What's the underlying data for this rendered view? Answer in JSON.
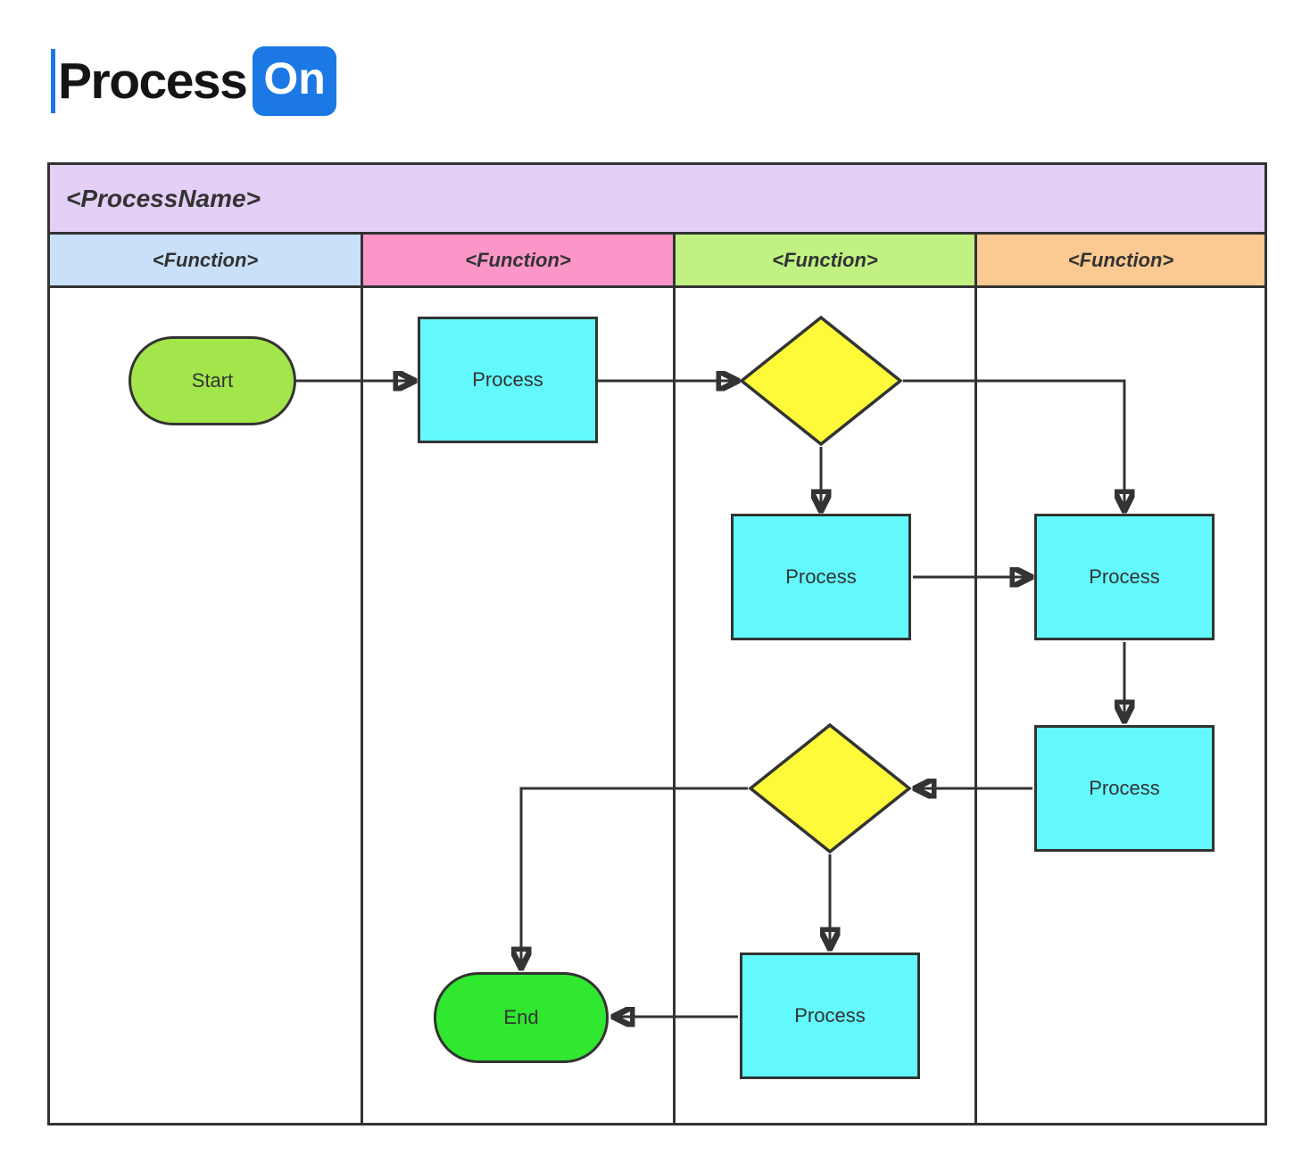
{
  "logo": {
    "text": "Process",
    "badge": "On"
  },
  "pool": {
    "title": "<ProcessName>",
    "lanes": [
      {
        "label": "<Function>",
        "bg": "#C8E1F9"
      },
      {
        "label": "<Function>",
        "bg": "#FC96C8"
      },
      {
        "label": "<Function>",
        "bg": "#C1F183"
      },
      {
        "label": "<Function>",
        "bg": "#FBC992"
      }
    ]
  },
  "nodes": {
    "start": {
      "label": "Start"
    },
    "process1": {
      "label": "Process"
    },
    "process2": {
      "label": "Process"
    },
    "process3": {
      "label": "Process"
    },
    "process4": {
      "label": "Process"
    },
    "process5": {
      "label": "Process"
    },
    "end": {
      "label": "End"
    }
  },
  "colors": {
    "logo_badge": "#1B78E4",
    "pool_title_bg": "#E4CFF6",
    "process_fill": "#63F8FC",
    "decision_fill": "#FEFA39",
    "start_fill": "#A2E64B",
    "end_fill": "#2FE82F",
    "border": "#333333"
  }
}
